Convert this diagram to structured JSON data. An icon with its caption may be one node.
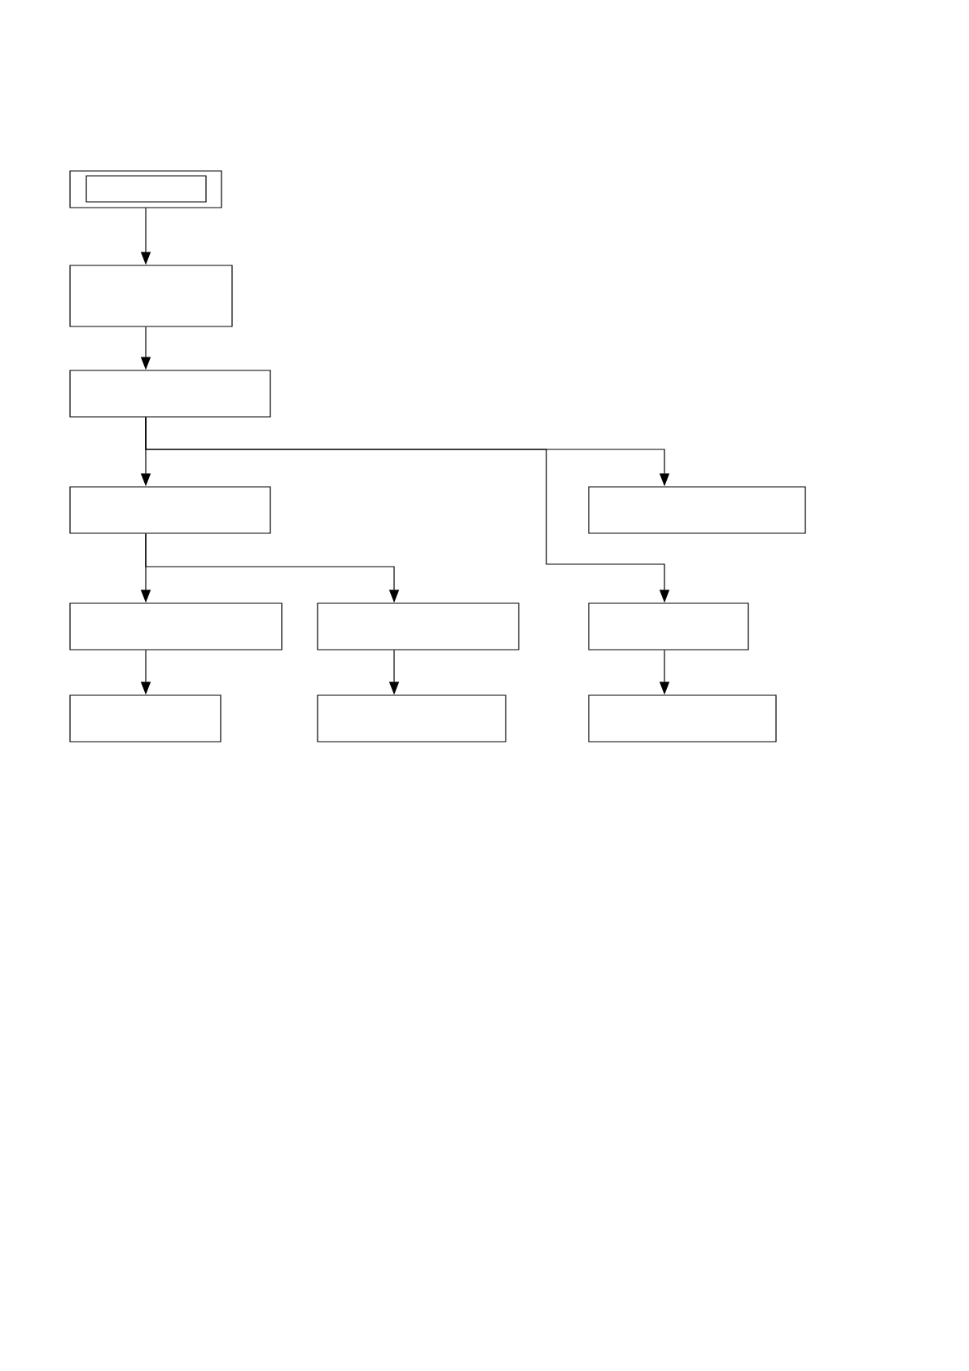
{
  "diagram": {
    "nodes": [
      {
        "text": [],
        "shape": "box"
      },
      {
        "text": [],
        "shape": "box",
        "in": 0
      },
      {
        "text": [],
        "shape": "box"
      },
      {
        "text": [],
        "shape": "box"
      },
      {
        "text": [],
        "shape": "box"
      },
      {
        "text": [],
        "shape": "box"
      },
      {
        "text": [],
        "shape": "box"
      },
      {
        "text": [],
        "shape": "box"
      },
      {
        "text": [],
        "shape": "box"
      },
      {
        "text": [],
        "shape": "box"
      },
      {
        "text": [],
        "shape": "box"
      },
      {
        "text": [],
        "shape": "box"
      }
    ],
    "edges": [
      {
        "from": 0,
        "to": 2,
        "arrow": "to"
      },
      {
        "from": 2,
        "to": 3,
        "arrow": "to"
      },
      {
        "from": 3,
        "to": 4,
        "arrow": "to"
      },
      {
        "from": 3,
        "to": 5,
        "arrow": "to"
      },
      {
        "from": 3,
        "to": 8,
        "arrow": "to"
      },
      {
        "from": 4,
        "to": 6,
        "arrow": "to"
      },
      {
        "from": 4,
        "to": 7,
        "arrow": "to"
      },
      {
        "from": 6,
        "to": 9,
        "arrow": "to"
      },
      {
        "from": 7,
        "to": 10,
        "arrow": "to"
      },
      {
        "from": 8,
        "to": 11,
        "arrow": "to"
      }
    ]
  }
}
